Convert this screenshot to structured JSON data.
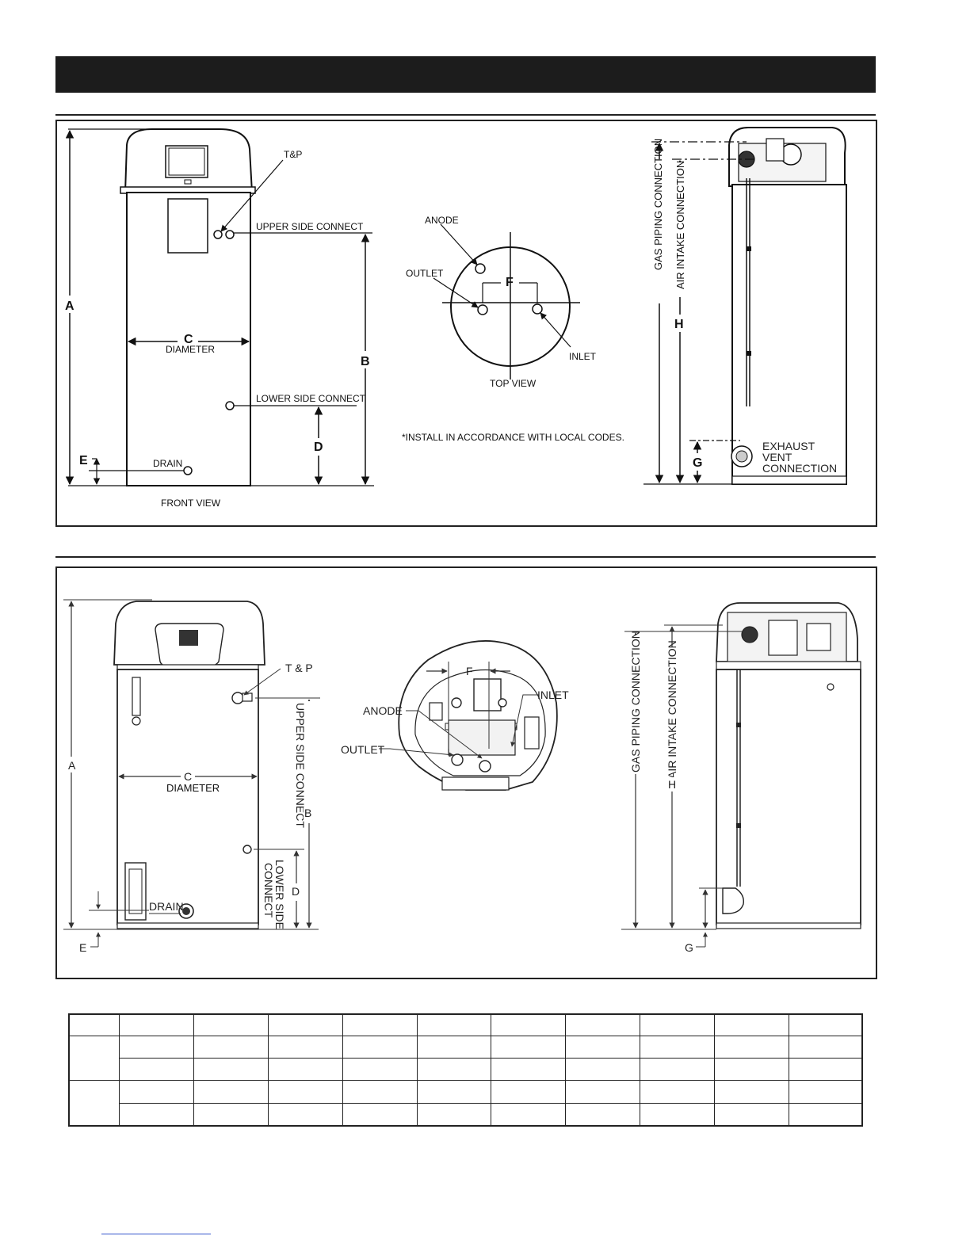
{
  "figure1": {
    "front_view": {
      "tp_label": "T&P",
      "upper_side_connect_label": "UPPER SIDE CONNECT",
      "lower_side_connect_label": "LOWER SIDE CONNECT",
      "drain_label": "DRAIN",
      "diameter_label": "DIAMETER",
      "caption": "FRONT VIEW",
      "dims": {
        "a": "A",
        "b": "B",
        "c": "C",
        "d": "D",
        "e": "E"
      }
    },
    "top_view": {
      "anode_label": "ANODE",
      "outlet_label": "OUTLET",
      "inlet_label": "INLET",
      "f_label": "F",
      "caption": "TOP VIEW",
      "note": "*INSTALL IN ACCORDANCE WITH LOCAL CODES."
    },
    "side_view": {
      "gas_piping_label": "GAS PIPING CONNECTION",
      "air_intake_label": "AIR INTAKE CONNECTION",
      "exhaust_line1": "EXHAUST",
      "exhaust_line2": "VENT",
      "exhaust_line3": "CONNECTION",
      "h_label": "H",
      "g_label": "G"
    }
  },
  "figure2": {
    "front_view": {
      "tp_label": "T & P",
      "upper_side_connect_label": "UPPER SIDE CONNECT",
      "lower_side_line1": "LOWER SIDE",
      "lower_side_line2": "CONNECT",
      "drain_label": "DRAIN",
      "diameter_label": "DIAMETER",
      "dims": {
        "a": "A",
        "b": "B",
        "c": "C",
        "d": "D",
        "e": "E"
      }
    },
    "top_view": {
      "f_label": "F",
      "inlet_label": "INLET",
      "anode_label": "ANODE",
      "outlet_label": "OUTLET"
    },
    "side_view": {
      "gas_piping_label": "GAS PIPING CONNECTION",
      "air_intake_label": "AIR INTAKE CONNECTION",
      "h_label": "H",
      "g_label": "G"
    }
  },
  "table": {
    "column_count": 11,
    "row_count": 5
  }
}
